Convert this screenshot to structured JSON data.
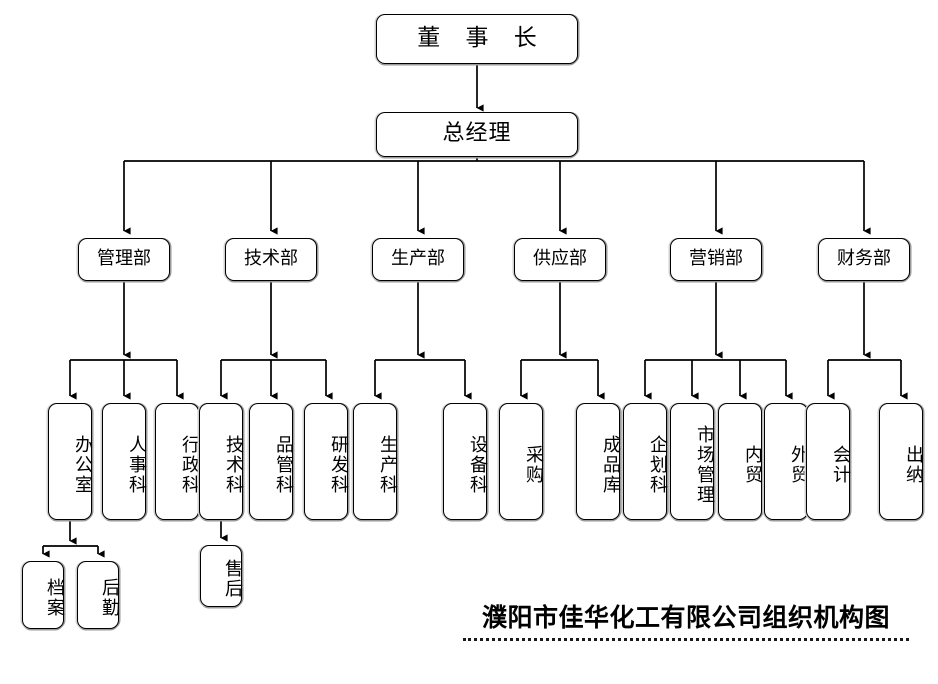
{
  "diagram": {
    "title": "濮阳市佳华化工有限公司组织机构图",
    "style": {
      "box_border": "#000000",
      "box_fill": "#ffffff",
      "connector": "#000000",
      "shadow": "#9a9a9a"
    },
    "nodes": {
      "chairman": {
        "label": "董 事 长"
      },
      "general_manager": {
        "label": "总经理"
      },
      "dept_admin": {
        "label": "管理部"
      },
      "dept_tech": {
        "label": "技术部"
      },
      "dept_production": {
        "label": "生产部"
      },
      "dept_supply": {
        "label": "供应部"
      },
      "dept_marketing": {
        "label": "营销部"
      },
      "dept_finance": {
        "label": "财务部"
      },
      "office": {
        "label": "办公室"
      },
      "hr_section": {
        "label": "人事科"
      },
      "admin_section": {
        "label": "行政科"
      },
      "tech_section": {
        "label": "技术科"
      },
      "quality_section": {
        "label": "品管科"
      },
      "rd_section": {
        "label": "研发科"
      },
      "production_section": {
        "label": "生产科"
      },
      "equipment_section": {
        "label": "设备科"
      },
      "purchasing": {
        "label": "采购"
      },
      "finished_goods_warehouse": {
        "label": "成品库"
      },
      "planning_section": {
        "label": "企划科"
      },
      "market_management": {
        "label": "市场管理"
      },
      "domestic_trade": {
        "label": "内贸"
      },
      "foreign_trade": {
        "label": "外贸"
      },
      "accounting": {
        "label": "会计"
      },
      "cashier": {
        "label": "出纳"
      },
      "archives": {
        "label": "档案"
      },
      "logistics": {
        "label": "后勤"
      },
      "after_sales": {
        "label": "售后"
      }
    }
  }
}
